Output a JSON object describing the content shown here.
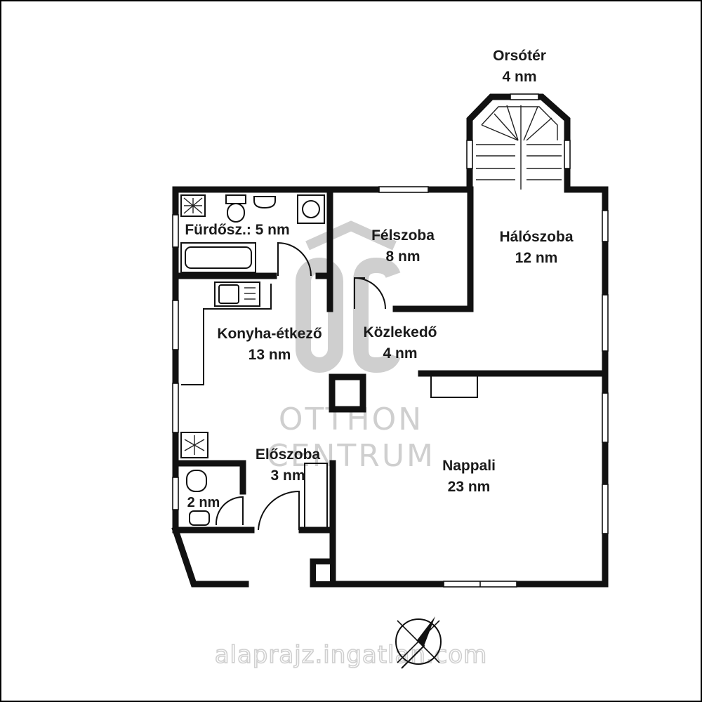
{
  "rooms": {
    "orsoter": {
      "name": "Orsótér",
      "area": "4 nm"
    },
    "felszoba": {
      "name": "Félszoba",
      "area": "8 nm"
    },
    "haloszoba": {
      "name": "Hálószoba",
      "area": "12 nm"
    },
    "furdoszoba": {
      "label": "Fürdősz.: 5 nm"
    },
    "konyha": {
      "name": "Konyha-étkező",
      "area": "13 nm"
    },
    "kozlekedo": {
      "name": "Közlekedő",
      "area": "4 nm"
    },
    "eloszoba": {
      "name": "Előszoba",
      "area": "3 nm"
    },
    "nappali": {
      "name": "Nappali",
      "area": "23 nm"
    },
    "wc": {
      "area": "2 nm"
    }
  },
  "watermark": {
    "logo": "OC",
    "line1": "OTTHON",
    "line2": "CENTRUM",
    "url": "alaprajz.ingatlan.com"
  },
  "colors": {
    "wall": "#111111",
    "watermark": "#cfcfcf",
    "background": "#ffffff"
  },
  "icons": {
    "compass": "compass-north-arrow-icon"
  }
}
